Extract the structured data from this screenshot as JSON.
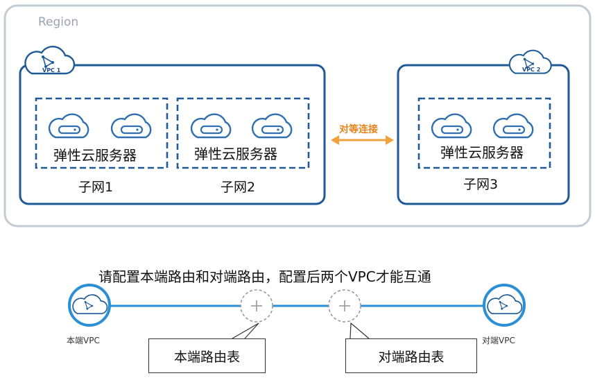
{
  "region": {
    "label": "Region"
  },
  "vpcs": [
    {
      "tag": "VPC 1",
      "subnets": [
        {
          "label": "子网1",
          "server_label": "弹性云服务器"
        },
        {
          "label": "子网2",
          "server_label": "弹性云服务器"
        }
      ]
    },
    {
      "tag": "VPC 2",
      "subnets": [
        {
          "label": "子网3",
          "server_label": "弹性云服务器"
        }
      ]
    }
  ],
  "peering": {
    "label": "对等连接"
  },
  "routing": {
    "instruction": "请配置本端路由和对端路由，配置后两个VPC才能互通",
    "local_vpc": "本端VPC",
    "peer_vpc": "对端VPC",
    "local_route_table": "本端路由表",
    "peer_route_table": "对端路由表"
  },
  "colors": {
    "vpc_border": "#1e5a96",
    "region_border": "#c3cbd4",
    "peering_arrow": "#f0a23c",
    "link_line": "#2a8fd6",
    "icon_blue": "#2f6fb0"
  },
  "icons": [
    "cloud-vpc-icon",
    "server-icon",
    "plus-icon",
    "double-arrow-icon"
  ]
}
